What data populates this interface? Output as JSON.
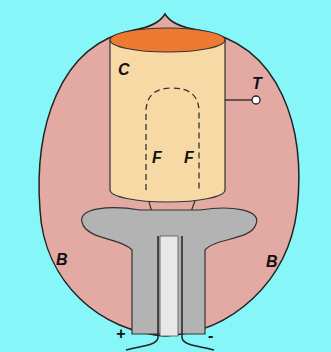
{
  "diagram": {
    "labels": [
      "C",
      "F",
      "F",
      "T",
      "B",
      "B",
      "+",
      "-"
    ]
  }
}
